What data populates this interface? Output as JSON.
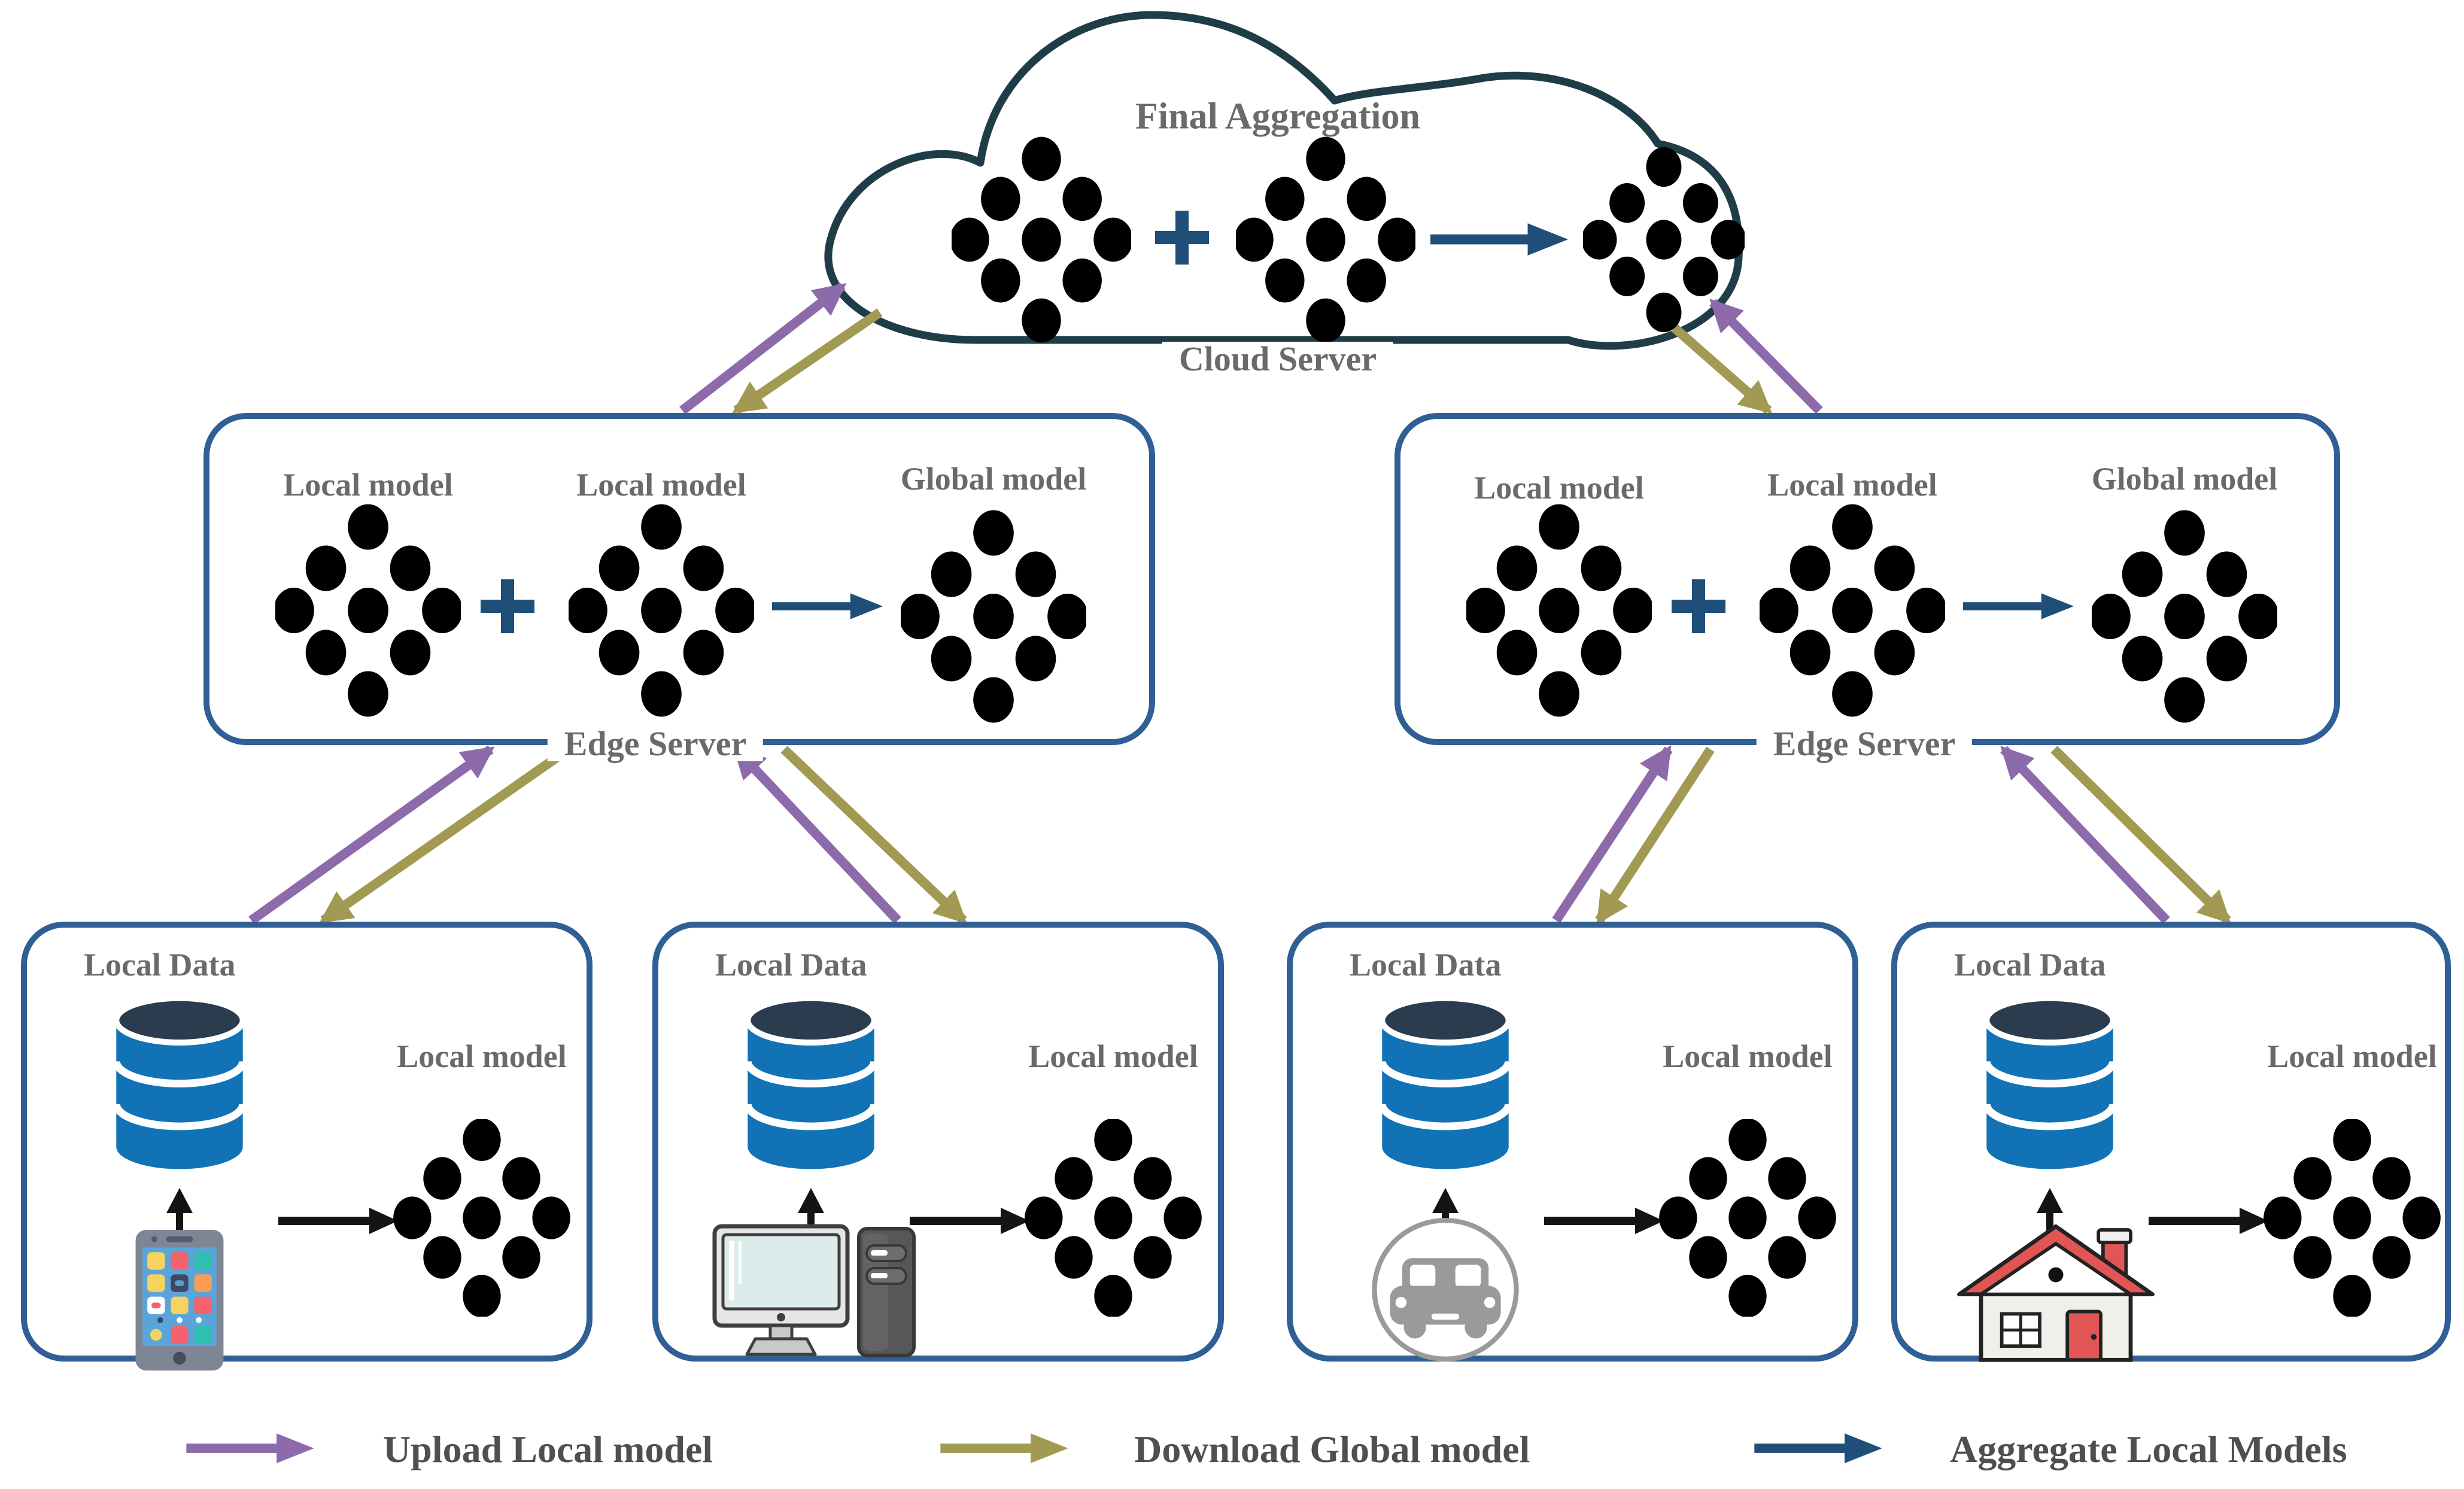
{
  "colors": {
    "upload_arrow": "#8d6bab",
    "download_arrow": "#a29a52",
    "aggregate_arrow": "#1f4e79",
    "box_border": "#2f5f94",
    "cloud_border": "#1f3d47",
    "label_gray": "#6a6a6a",
    "legend_text": "#4f4f4f",
    "plus": "#1f4e79",
    "black": "#141414",
    "db_body": "#1173b5",
    "db_top": "#2b3c4e"
  },
  "palette": {
    "blue": {
      "fill": "#8babde",
      "stroke": "#3a5377"
    },
    "green": {
      "fill": "#b3d387",
      "stroke": "#6a7c42"
    },
    "orange": {
      "fill": "#e0a366",
      "stroke": "#7d4e22"
    },
    "purple": {
      "fill": "#b5a3d4",
      "stroke": "#4a3f66"
    },
    "rose": {
      "fill": "#d98d8d",
      "stroke": "#6d3c3c"
    },
    "mauve": {
      "fill": "#c9a6a6",
      "stroke": "#6e5353"
    }
  },
  "symbols": {
    "plus": "+"
  },
  "cloud": {
    "title": "Final Aggregation",
    "label": "Cloud Server"
  },
  "edge_servers": [
    {
      "label": "Edge Server",
      "model1": "Local model",
      "model2": "Local model",
      "global": "Global model"
    },
    {
      "label": "Edge Server",
      "model1": "Local model",
      "model2": "Local model",
      "global": "Global model"
    }
  ],
  "devices": [
    {
      "data_label": "Local Data",
      "model_label": "Local model",
      "icon": "smartphone-icon"
    },
    {
      "data_label": "Local Data",
      "model_label": "Local model",
      "icon": "desktop-computer-icon"
    },
    {
      "data_label": "Local Data",
      "model_label": "Local model",
      "icon": "car-icon"
    },
    {
      "data_label": "Local Data",
      "model_label": "Local model",
      "icon": "house-icon"
    }
  ],
  "legend": [
    {
      "label": "Upload Local model"
    },
    {
      "label": "Download Global model"
    },
    {
      "label": "Aggregate Local Models"
    }
  ]
}
